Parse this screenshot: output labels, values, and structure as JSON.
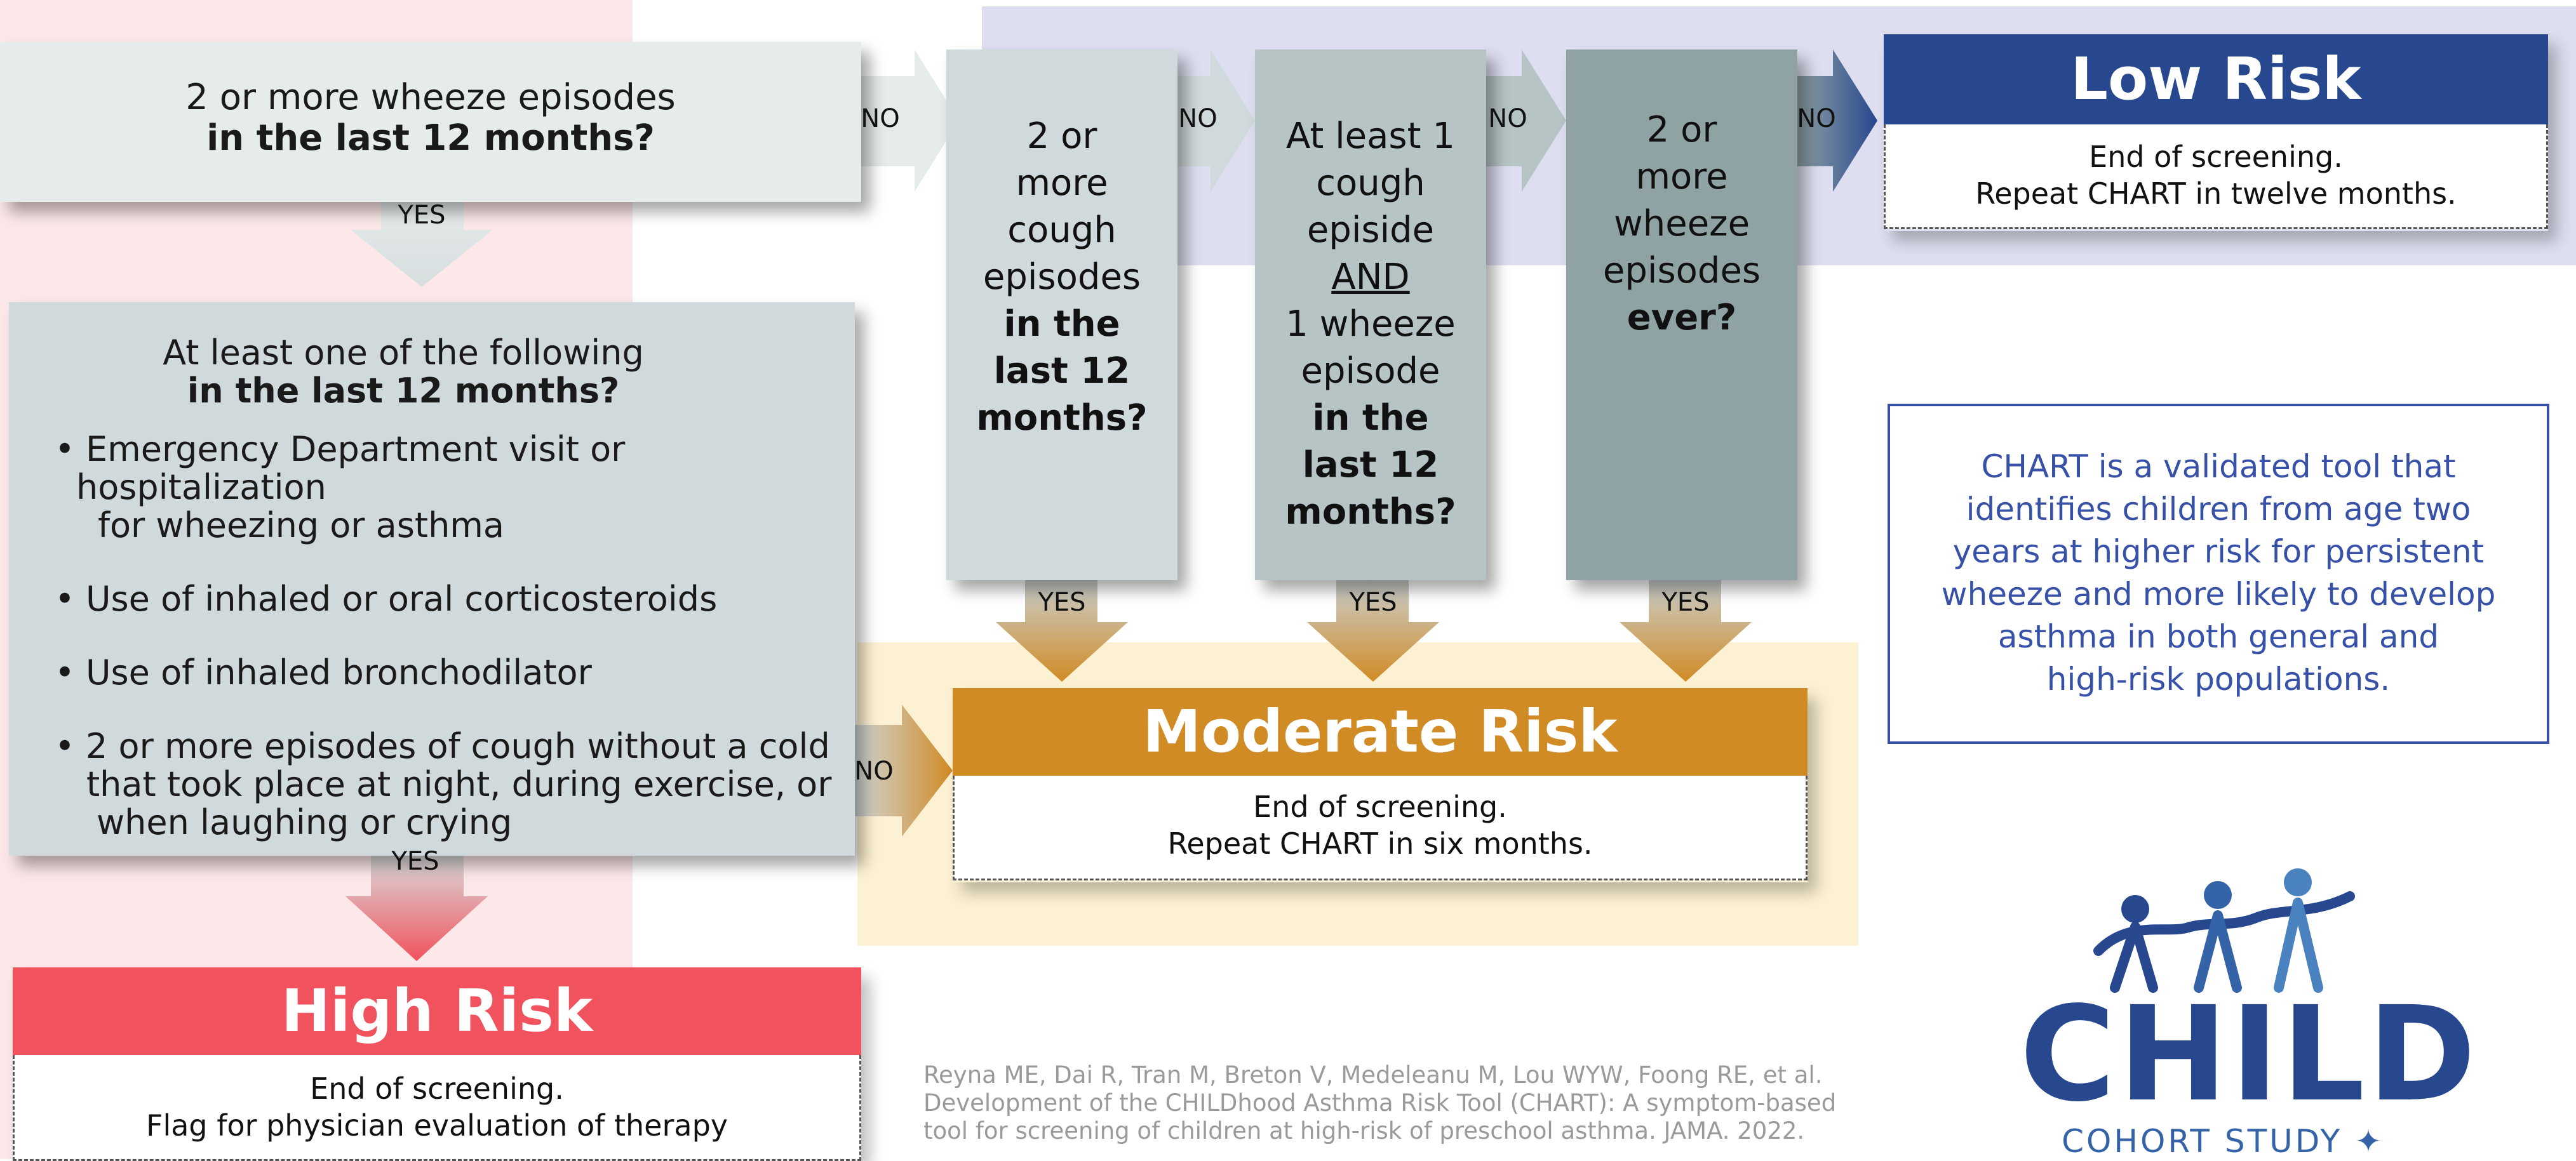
{
  "colors": {
    "high_zone": "#fce8e8",
    "low_zone": "#dddff0",
    "moderate_zone": "#fcf1d2",
    "box_light": "#e6ebeb",
    "box_mid": "#d0d9db",
    "box_mid2": "#b6c4c6",
    "box_dark": "#8fa2a4",
    "low_risk": "#27478f",
    "moderate_risk": "#d18b25",
    "high_risk": "#f0535e",
    "note_text": "#3751a8",
    "citation_text": "#9a9a9a",
    "logo": "#27478f"
  },
  "q1": {
    "line1": "2 or more wheeze episodes",
    "line2": "in the last 12 months?"
  },
  "q2": {
    "line1": "At least one of the following",
    "line2": "in the last 12 months?",
    "items": [
      {
        "line1": "• Emergency Department visit or hospitalization",
        "line2": "for wheezing or asthma"
      },
      {
        "line1": "• Use of inhaled or oral corticosteroids",
        "line2": ""
      },
      {
        "line1": "• Use of inhaled bronchodilator",
        "line2": ""
      },
      {
        "line1": "• 2 or more episodes of cough without a cold",
        "line2": "that took place at night,  during exercise, or",
        "line3": "when laughing or crying"
      }
    ]
  },
  "q3": {
    "l1": "2 or",
    "l2": "more",
    "l3": "cough",
    "l4": "episodes",
    "b1": "in the",
    "b2": "last 12",
    "b3": "months?"
  },
  "q4": {
    "l1": "At least 1",
    "l2": "cough",
    "l3": "episide",
    "u1": "AND",
    "l4": "1 wheeze",
    "l5": "episode",
    "b1": "in the",
    "b2": "last 12",
    "b3": "months?"
  },
  "q5": {
    "l1": "2 or",
    "l2": "more",
    "l3": "wheeze",
    "l4": "episodes",
    "b1": "ever?"
  },
  "labels": {
    "no": "NO",
    "yes": "YES"
  },
  "low_risk": {
    "title": "Low Risk",
    "line1": "End of screening.",
    "line2": "Repeat CHART in twelve months."
  },
  "moderate_risk": {
    "title": "Moderate Risk",
    "line1": "End of screening.",
    "line2": "Repeat CHART in six months."
  },
  "high_risk": {
    "title": "High Risk",
    "line1": "End of screening.",
    "line2": "Flag for physician evaluation of therapy"
  },
  "note": {
    "l1": "CHART is a validated tool that",
    "l2": "identifies children from age two",
    "l3": "years at higher risk for persistent",
    "l4": "wheeze and more likely to develop",
    "l5": "asthma in both general and",
    "l6": "high-risk populations."
  },
  "citation": {
    "l1": "Reyna ME, Dai R, Tran M, Breton V, Medeleanu M, Lou WYW, Foong RE, et al.",
    "l2": "Development of the CHILDhood Asthma Risk Tool (CHART): A symptom-based",
    "l3": "tool for screening of children at high-risk of preschool asthma. JAMA. 2022."
  },
  "logo": {
    "name": "CHILD",
    "sub": "COHORT STUDY"
  }
}
